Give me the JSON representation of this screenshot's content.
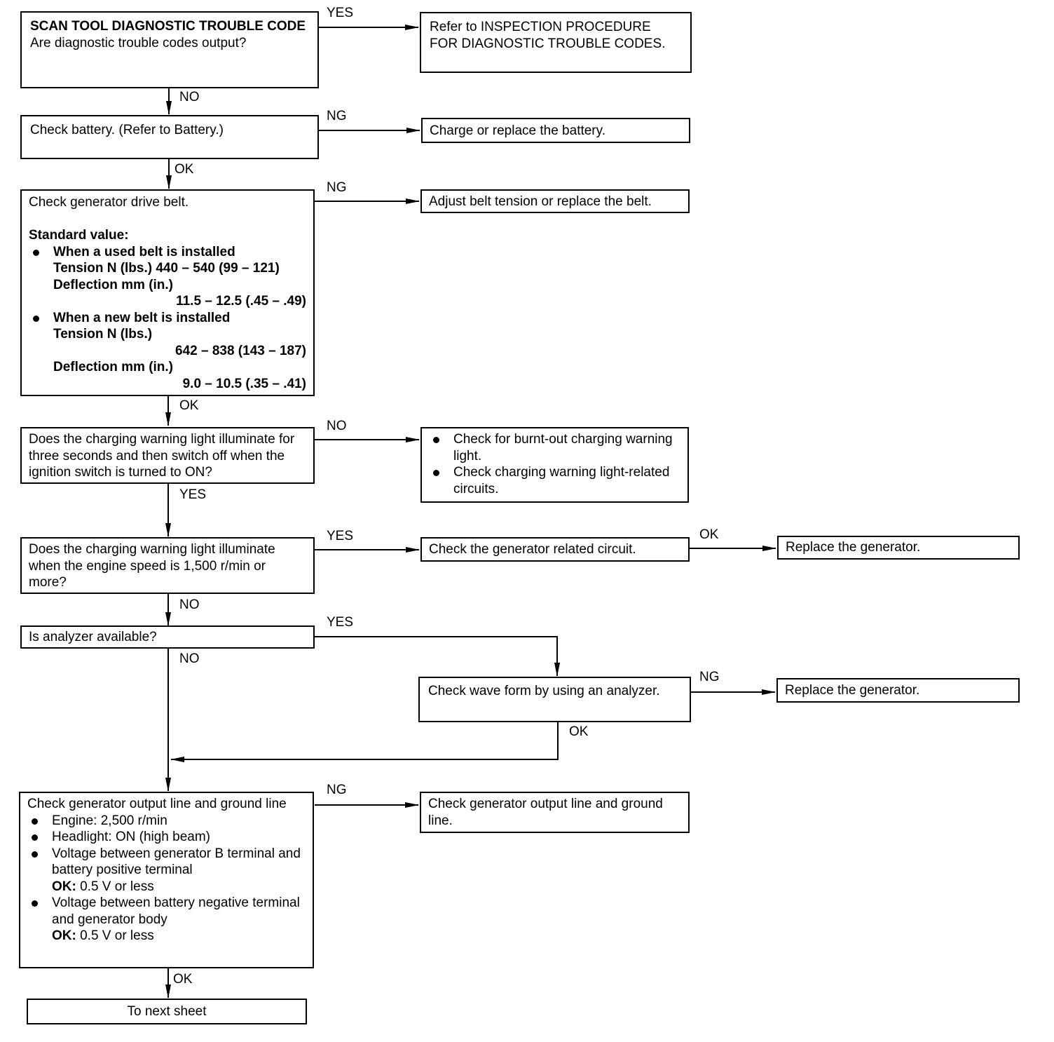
{
  "boxes": {
    "scan_tool": {
      "title": "SCAN TOOL DIAGNOSTIC TROUBLE CODE",
      "question": "Are diagnostic trouble codes output?"
    },
    "refer_inspection": "Refer to INSPECTION PROCEDURE FOR DIAGNOSTIC TROUBLE CODES.",
    "check_battery": "Check battery. (Refer to Battery.)",
    "charge_battery": "Charge or replace the battery.",
    "check_belt": {
      "title": "Check generator drive belt.",
      "standard_label": "Standard value:",
      "used_heading": "When a used belt is installed",
      "used_tension": "Tension N (lbs.) 440 – 540 (99 – 121)",
      "used_deflection_label": "Deflection mm (in.)",
      "used_deflection_value": "11.5 – 12.5 (.45 – .49)",
      "new_heading": "When a new belt is installed",
      "new_tension_label": "Tension N (lbs.)",
      "new_tension_value": "642 – 838 (143 – 187)",
      "new_deflection_label": "Deflection mm (in.)",
      "new_deflection_value": "9.0 – 10.5 (.35 – .41)"
    },
    "adjust_belt": "Adjust belt tension or replace the belt.",
    "warning_light_ignition": "Does the charging warning light illuminate for three seconds and then switch off when the ignition switch is turned to ON?",
    "check_burnt_out": {
      "item1": "Check for burnt-out charging warning light.",
      "item2": "Check charging warning light-related circuits."
    },
    "warning_light_engine": "Does the charging warning light illuminate when the engine speed is 1,500 r/min or more?",
    "check_generator_circuit": "Check the generator related circuit.",
    "replace_generator_1": "Replace the generator.",
    "analyzer_available": "Is analyzer available?",
    "check_wave_form": "Check wave form by using an analyzer.",
    "replace_generator_2": "Replace the generator.",
    "check_output_line": {
      "title": "Check generator output line and ground line",
      "item1": "Engine: 2,500 r/min",
      "item2": "Headlight: ON (high beam)",
      "item3": "Voltage between generator B terminal and battery positive terminal",
      "item3_ok_label": "OK:",
      "item3_ok_value": "0.5 V or less",
      "item4": "Voltage between battery negative terminal and generator body",
      "item4_ok_label": "OK:",
      "item4_ok_value": "0.5 V or less"
    },
    "check_output_line_ng": "Check generator output line and ground line.",
    "next_sheet": "To next sheet"
  },
  "labels": {
    "scan_yes": "YES",
    "scan_no": "NO",
    "battery_ng": "NG",
    "battery_ok": "OK",
    "belt_ng": "NG",
    "belt_ok": "OK",
    "ignition_no": "NO",
    "ignition_yes": "YES",
    "engine_yes": "YES",
    "engine_no": "NO",
    "circuit_ok": "OK",
    "analyzer_yes": "YES",
    "analyzer_no": "NO",
    "wave_ng": "NG",
    "wave_ok": "OK",
    "output_ng": "NG",
    "output_ok": "OK"
  }
}
